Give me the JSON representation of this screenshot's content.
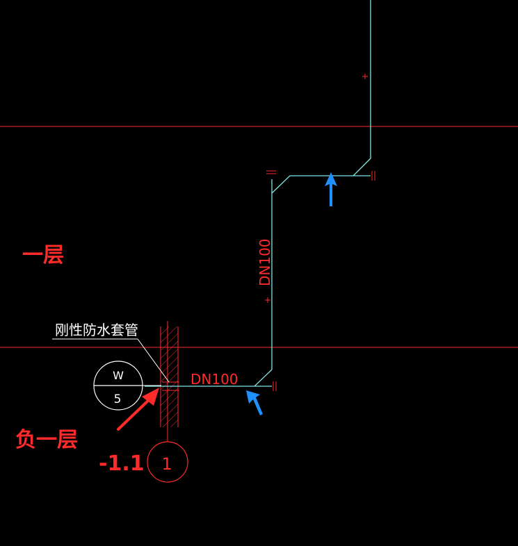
{
  "labels": {
    "floor_1": "一层",
    "floor_b1": "负一层",
    "elevation": "-1.1",
    "sleeve_note": "刚性防水套管",
    "pipe_size_vertical": "DN100",
    "pipe_size_horizontal": "DN100",
    "pipe_id_top": "W",
    "pipe_id_bottom": "5",
    "axis_number": "1"
  },
  "colors": {
    "background": "#000000",
    "cad_red": "#ff2a2a",
    "pipe_cyan": "#7fe6e6",
    "white": "#ffffff",
    "annotation_red": "#ff2a2a",
    "arrow_blue": "#1e90ff"
  }
}
